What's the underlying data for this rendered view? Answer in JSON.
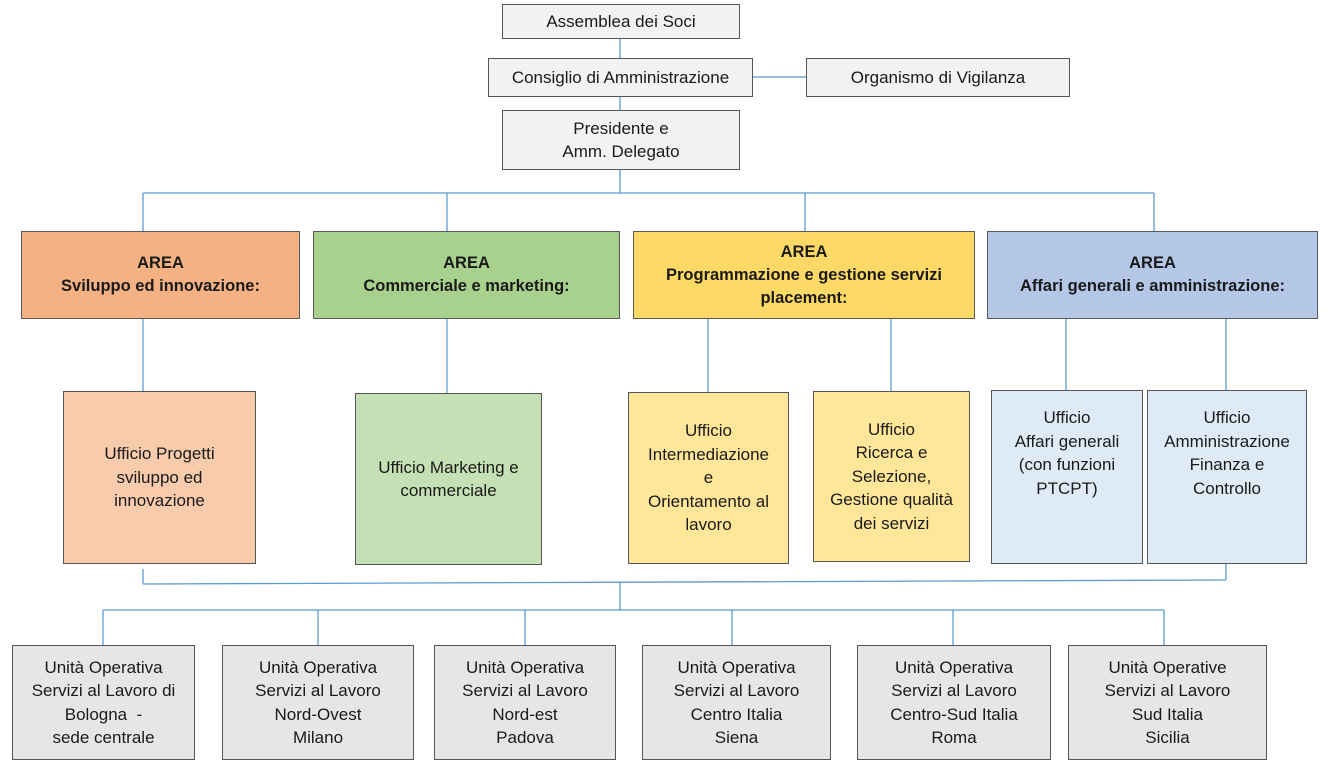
{
  "top": {
    "assemblea": "Assemblea dei Soci",
    "consiglio": "Consiglio di Amministrazione",
    "organismo": "Organismo di Vigilanza",
    "presidente": [
      "Presidente e",
      "Amm. Delegato"
    ]
  },
  "areas": [
    {
      "title": "AREA",
      "name": "Sviluppo ed innovazione:"
    },
    {
      "title": "AREA",
      "name": "Commerciale e marketing:"
    },
    {
      "title": "AREA",
      "name": [
        "Programmazione e gestione servizi",
        "placement:"
      ]
    },
    {
      "title": "AREA",
      "name": "Affari generali e amministrazione:"
    }
  ],
  "offices": {
    "progetti": [
      "Ufficio Progetti",
      "sviluppo ed",
      "innovazione"
    ],
    "marketing": [
      "Ufficio Marketing e",
      "commerciale"
    ],
    "intermediazione": [
      "Ufficio",
      "Intermediazione",
      "e",
      "Orientamento al",
      "lavoro"
    ],
    "ricerca": [
      "Ufficio",
      "Ricerca e",
      "Selezione,",
      "Gestione qualità",
      "dei servizi"
    ],
    "affari": [
      "Ufficio",
      "Affari generali",
      "(con funzioni",
      "PTCPT)"
    ],
    "amministrazione": [
      "Ufficio",
      "Amministrazione",
      "Finanza e",
      "Controllo"
    ]
  },
  "units": [
    [
      "Unità Operativa",
      "Servizi al Lavoro di",
      "Bologna  -",
      "sede centrale"
    ],
    [
      "Unità Operativa",
      "Servizi al Lavoro",
      "Nord-Ovest",
      "Milano"
    ],
    [
      "Unità Operativa",
      "Servizi al Lavoro",
      "Nord-est",
      "Padova"
    ],
    [
      "Unità Operativa",
      "Servizi al Lavoro",
      "Centro Italia",
      "Siena"
    ],
    [
      "Unità Operativa",
      "Servizi al Lavoro",
      "Centro-Sud Italia",
      "Roma"
    ],
    [
      "Unità Operative",
      "Servizi al Lavoro",
      "Sud Italia",
      "Sicilia"
    ]
  ],
  "colors": {
    "connector": "#5b9bd5",
    "area_orange": "#f4b183",
    "area_green": "#a9d18e",
    "area_yellow": "#ffd966",
    "area_blue": "#b4c7e7"
  }
}
